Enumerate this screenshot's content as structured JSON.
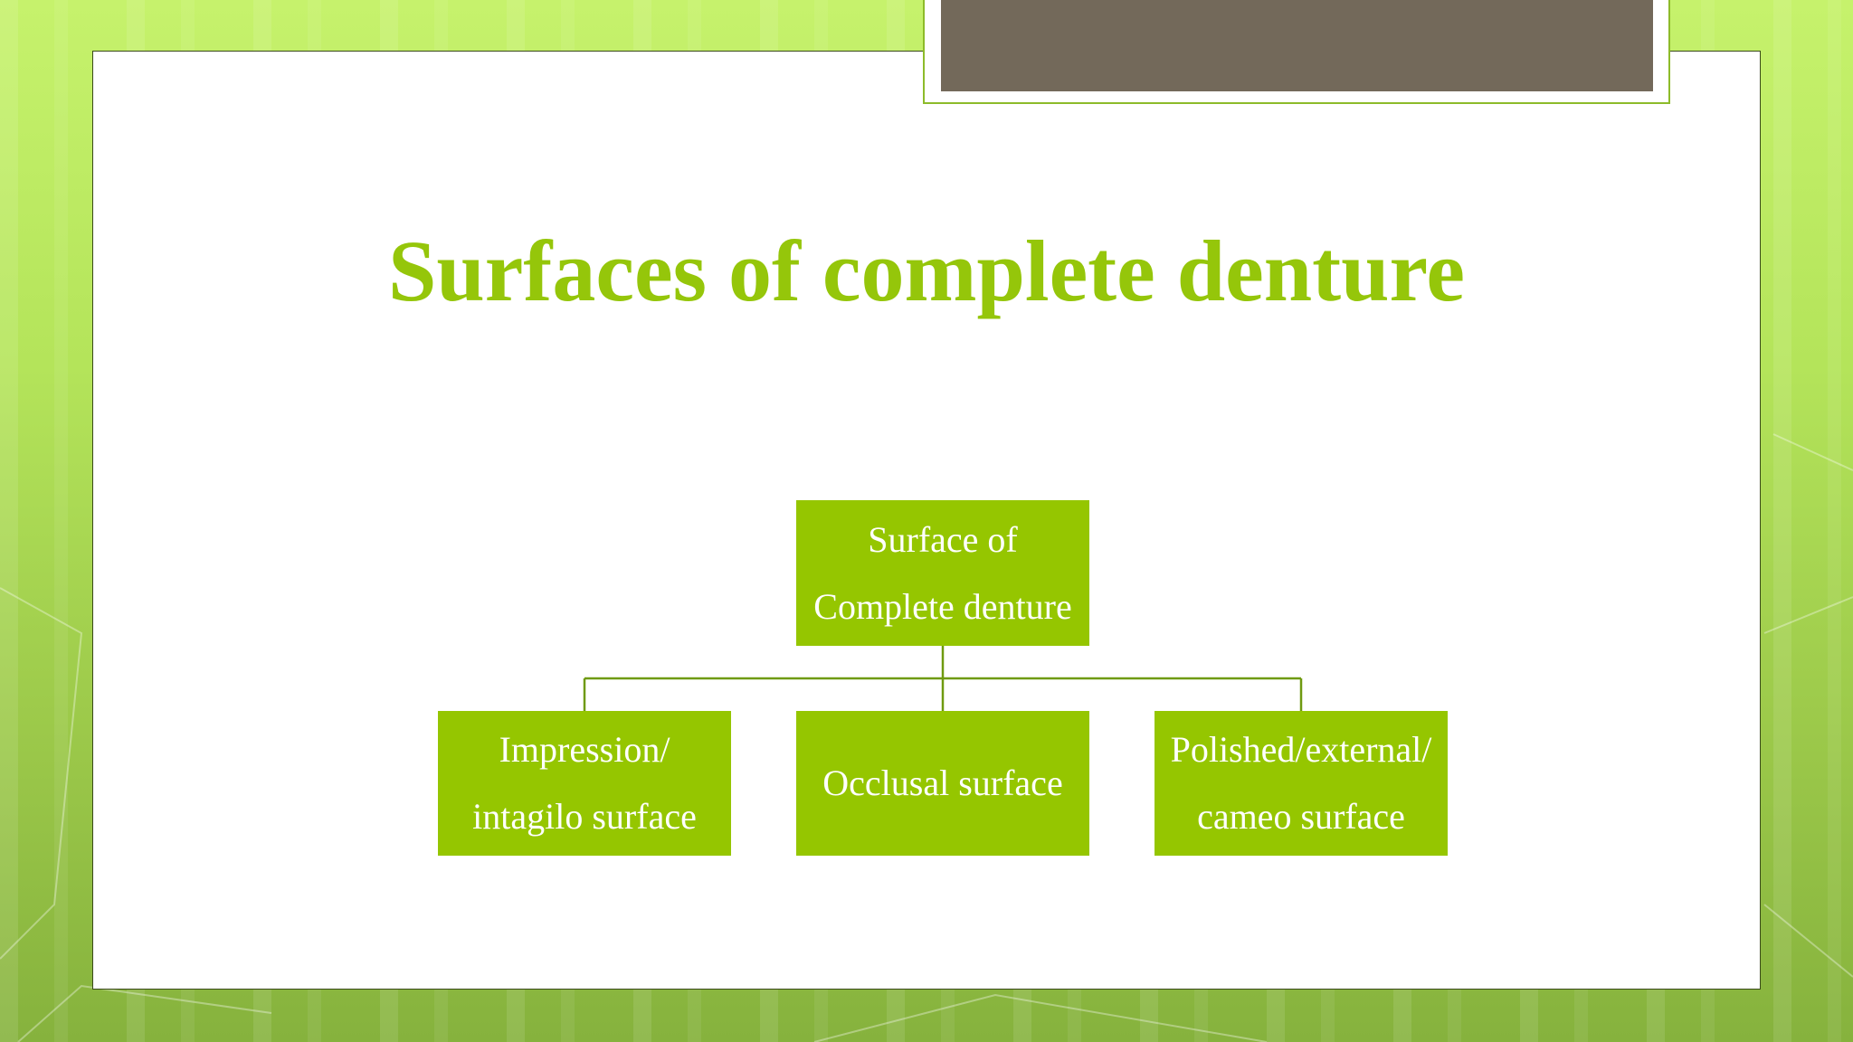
{
  "slide": {
    "title": "Surfaces of complete denture"
  },
  "diagram": {
    "root": {
      "lines": [
        "Surface of",
        "Complete denture"
      ]
    },
    "children": [
      {
        "lines": [
          "Impression/",
          "intagilo surface"
        ]
      },
      {
        "lines": [
          "Occlusal surface"
        ]
      },
      {
        "lines": [
          "Polished/external/",
          "cameo surface"
        ]
      }
    ]
  },
  "colors": {
    "title": "#95c60a",
    "node_fill": "#95c600",
    "node_text": "#ffffff",
    "connector": "#6f9a10",
    "title_tab": "#73695a"
  }
}
